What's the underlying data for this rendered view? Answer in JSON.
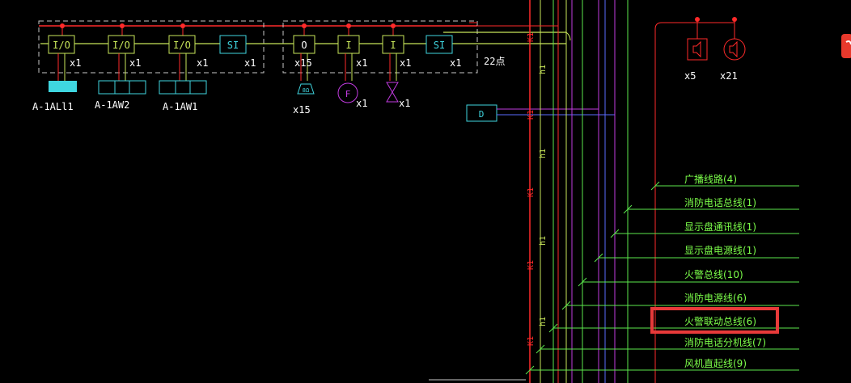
{
  "colors": {
    "background": "#000000",
    "red": "#FF2A2A",
    "yellow_green": "#C8E65A",
    "cyan": "#3FD6E0",
    "green": "#5BE84C",
    "white": "#FFFFFF",
    "magenta": "#C23BE0",
    "blue": "#5A6CFF",
    "highlight_box": "#E83A3A"
  },
  "panel_left": {
    "modules": [
      {
        "label": "I/O",
        "mult": "x1"
      },
      {
        "label": "I/O",
        "mult": "x1"
      },
      {
        "label": "I/O",
        "mult": "x1"
      },
      {
        "label": "SI",
        "mult": "x1"
      }
    ],
    "devices": [
      {
        "label": "A-1ALl1"
      },
      {
        "label": "A-1AW2"
      },
      {
        "label": "A-1AW1"
      }
    ]
  },
  "panel_right": {
    "modules": [
      {
        "label": "O",
        "mult": "x15"
      },
      {
        "label": "I",
        "mult": "x1"
      },
      {
        "label": "I",
        "mult": "x1"
      },
      {
        "label": "SI",
        "mult": "x1"
      }
    ],
    "devices": [
      {
        "symbol": "horn-strobe-icon",
        "mult": "x15"
      },
      {
        "symbol": "flow-switch-icon",
        "letter": "F",
        "mult": "x1"
      },
      {
        "symbol": "valve-icon",
        "mult": "x1"
      }
    ],
    "points": "22点"
  },
  "speakers": [
    {
      "symbol": "ceiling-speaker-icon",
      "mult": "x5"
    },
    {
      "symbol": "wall-speaker-icon",
      "mult": "x21"
    }
  ],
  "display_box": "D",
  "riser_tags": [
    "K1",
    "h1",
    "K1",
    "h1",
    "K1",
    "h1",
    "K1",
    "h1",
    "K1"
  ],
  "bus_lines": [
    {
      "label": "广播线路(4)"
    },
    {
      "label": "消防电话总线(1)"
    },
    {
      "label": "显示盘通讯线(1)"
    },
    {
      "label": "显示盘电源线(1)"
    },
    {
      "label": "火警总线(10)"
    },
    {
      "label": "消防电源线(6)"
    },
    {
      "label": "火警联动总线(6)",
      "highlighted": true
    },
    {
      "label": "消防电话分机线(7)"
    },
    {
      "label": "风机直起线(9)"
    }
  ]
}
